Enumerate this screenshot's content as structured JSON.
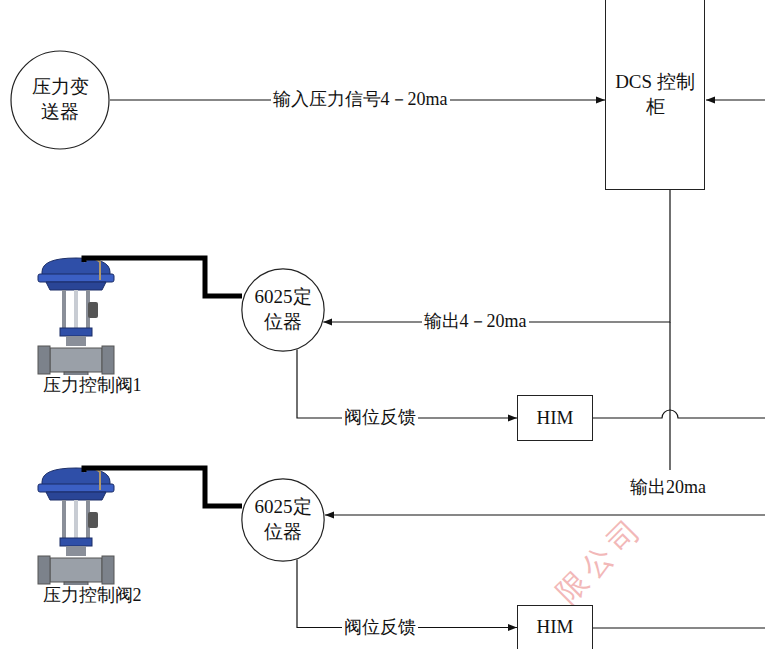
{
  "diagram": {
    "nodes": [
      {
        "text": [
          "压力变送器"
        ]
      },
      {
        "text": [
          "DCS 控制柜"
        ]
      },
      {
        "text": [
          "6025定位器"
        ]
      },
      {
        "text": [
          "HIM"
        ]
      },
      {
        "text": [
          "6025定位器"
        ]
      },
      {
        "text": [
          "HIM"
        ]
      }
    ],
    "edges": [
      {
        "from": 0,
        "to": 1,
        "label": "输入压力信号4－20ma",
        "arrow": "to"
      },
      {
        "from": 1,
        "to": 2,
        "label": "输出4－20ma",
        "arrow": "to"
      },
      {
        "from": 2,
        "to": 3,
        "label": "阀位反馈",
        "arrow": "to"
      },
      {
        "from": 4,
        "to": 5,
        "label": "阀位反馈",
        "arrow": "to"
      }
    ],
    "labels": [
      "压力控制阀1",
      "压力控制阀2",
      "输出20ma",
      "限公司"
    ]
  }
}
